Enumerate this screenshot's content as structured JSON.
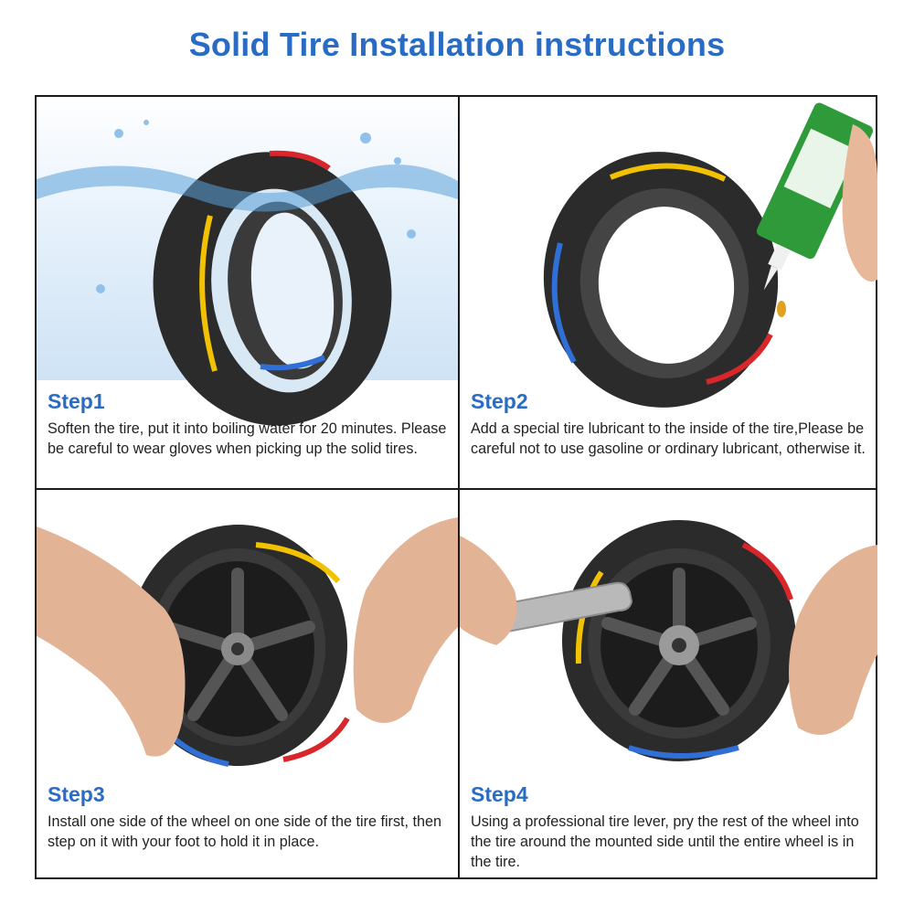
{
  "title": "Solid Tire Installation instructions",
  "colors": {
    "accent": "#2a6cc4",
    "tire": "#2b2b2b",
    "blue_stripe": "#2f6fd6",
    "yellow_stripe": "#f2c200",
    "red_stripe": "#d8262a"
  },
  "steps": [
    {
      "title": "Step1",
      "text": "Soften the tire, put it into boiling water for 20 minutes. Please be careful to wear gloves when picking up the solid tires."
    },
    {
      "title": "Step2",
      "text": "Add a special tire lubricant to the inside of the tire,Please be careful not to use gasoline or ordinary lubricant, otherwise it."
    },
    {
      "title": "Step3",
      "text": "Install one side of the wheel on one side of the tire first, then step on it with your foot to hold it in place."
    },
    {
      "title": "Step4",
      "text": "Using a professional tire lever, pry the rest of the wheel into the tire around the mounted side until the entire wheel is in the tire."
    }
  ]
}
